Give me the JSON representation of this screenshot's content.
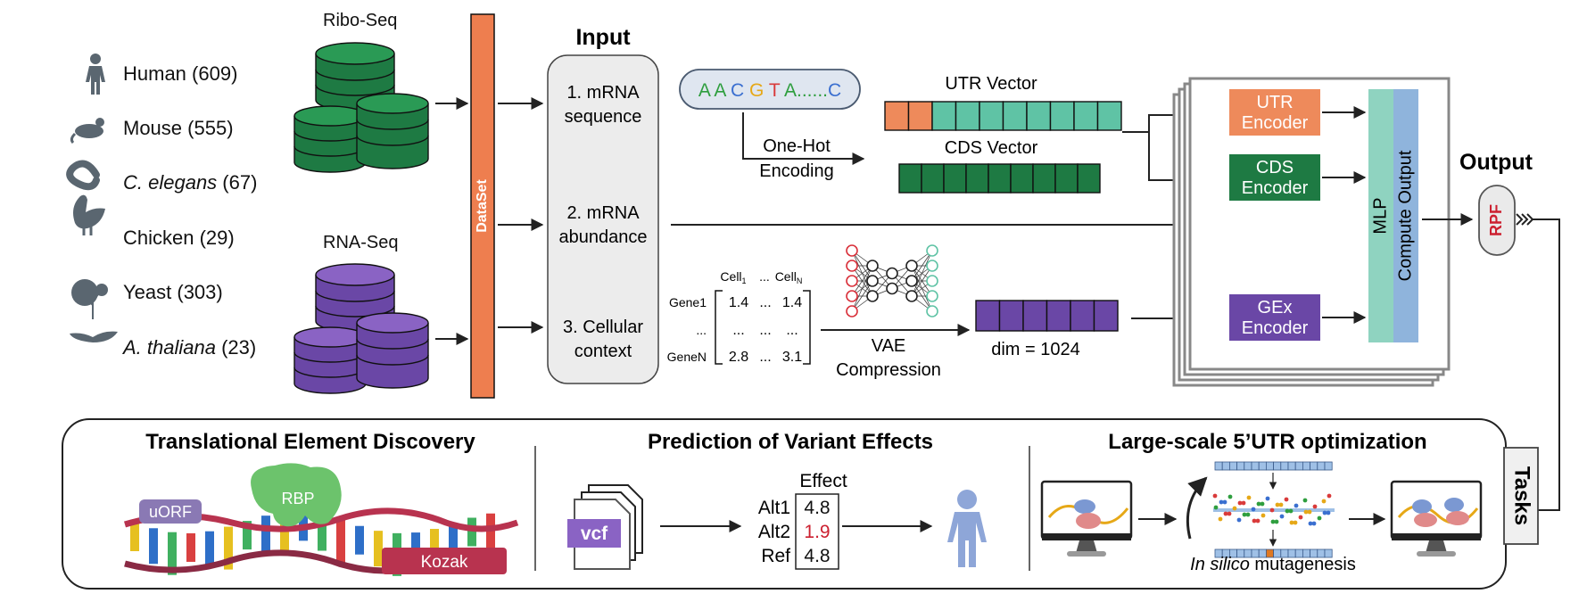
{
  "species": [
    {
      "name": "Human",
      "count": "(609)",
      "italic": false
    },
    {
      "name": "Mouse",
      "count": "(555)",
      "italic": false
    },
    {
      "name": "C. elegans",
      "count": "(67)",
      "italic": true
    },
    {
      "name": "Chicken",
      "count": "(29)",
      "italic": false
    },
    {
      "name": "Yeast",
      "count": "(303)",
      "italic": false
    },
    {
      "name": "A. thaliana",
      "count": "(23)",
      "italic": true
    }
  ],
  "datasets": {
    "ribo": "Ribo-Seq",
    "rna": "RNA-Seq",
    "dataset_bar": "DataSet"
  },
  "input": {
    "title": "Input",
    "item1": [
      "1. mRNA",
      "sequence"
    ],
    "item2": [
      "2. mRNA",
      "abundance"
    ],
    "item3": [
      "3. Cellular",
      "context"
    ]
  },
  "sequence": {
    "letters": [
      {
        "ch": "A",
        "color": "#2e9e3e"
      },
      {
        "ch": "A",
        "color": "#2e9e3e"
      },
      {
        "ch": "C",
        "color": "#3a6fd0"
      },
      {
        "ch": "G",
        "color": "#e6a817"
      },
      {
        "ch": "T",
        "color": "#d93a3a"
      },
      {
        "ch": "A",
        "color": "#2e9e3e"
      }
    ],
    "dots": "......",
    "last": {
      "ch": "C",
      "color": "#3a6fd0"
    },
    "encoding": [
      "One-Hot",
      "Encoding"
    ]
  },
  "vectors": {
    "utr": "UTR Vector",
    "cds": "CDS Vector",
    "dim": "dim = 1024"
  },
  "matrix": {
    "col1": "Cell",
    "col1_sub": "1",
    "dots": "...",
    "coln": "Cell",
    "coln_sub": "N",
    "rows": [
      {
        "label": "Gene1",
        "cells": [
          "1.4",
          "...",
          "1.4"
        ]
      },
      {
        "label": "...",
        "cells": [
          "...",
          "...",
          "..."
        ]
      },
      {
        "label": "GeneN",
        "cells": [
          "2.8",
          "...",
          "3.1"
        ]
      }
    ]
  },
  "vae": [
    "VAE",
    "Compression"
  ],
  "encoders": {
    "utr": [
      "UTR",
      "Encoder"
    ],
    "cds": [
      "CDS",
      "Encoder"
    ],
    "gex": [
      "GEx",
      "Encoder"
    ],
    "mlp": "MLP",
    "compute": "Compute Output"
  },
  "output": {
    "title": "Output",
    "rpf": "RPF"
  },
  "tasks": {
    "label": "Tasks",
    "panel1": {
      "title": "Translational Element Discovery",
      "uorf": "uORF",
      "rbp": "RBP",
      "kozak": "Kozak"
    },
    "panel2": {
      "title": "Prediction of Variant Effects",
      "file": "vcf",
      "effect_header": "Effect",
      "rows": [
        {
          "label": "Alt1",
          "value": "4.8"
        },
        {
          "label": "Alt2",
          "value": "1.9"
        },
        {
          "label": "Ref",
          "value": "4.8"
        }
      ]
    },
    "panel3": {
      "title": "Large-scale 5’UTR optimization",
      "caption_italic": "In silico",
      "caption_rest": " mutagenesis"
    }
  },
  "colors": {
    "orange": "#ee8a5b",
    "teal": "#5fc3a5",
    "green": "#1e7a43",
    "purple": "#6a47a6",
    "dataset": "#ee7e4f",
    "mlp": "#8fd3c0",
    "compute": "#8fb4dc",
    "red": "#cc2030",
    "kozak": "#b8334f",
    "uorf": "#8a79b4",
    "rbp": "#6cc36c"
  }
}
